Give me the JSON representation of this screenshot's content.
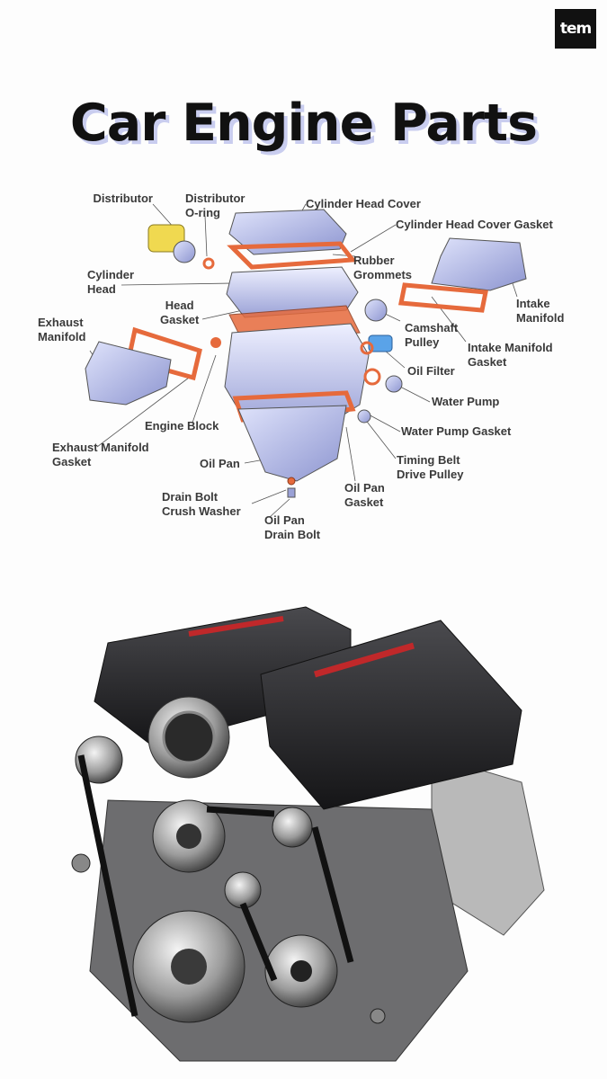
{
  "brand": {
    "logo_text": "tem"
  },
  "title": "Car Engine Parts",
  "labels": {
    "distributor": "Distributor",
    "distributor_oring": "Distributor\nO-ring",
    "cylinder_head_cover": "Cylinder Head Cover",
    "cylinder_head_cover_gasket": "Cylinder Head Cover Gasket",
    "rubber_grommets": "Rubber\nGrommets",
    "cylinder_head": "Cylinder\nHead",
    "intake_manifold": "Intake\nManifold",
    "head_gasket": "Head\nGasket",
    "exhaust_manifold": "Exhaust\nManifold",
    "camshaft_pulley": "Camshaft\nPulley",
    "intake_manifold_gasket": "Intake Manifold\nGasket",
    "oil_filter": "Oil Filter",
    "water_pump": "Water Pump",
    "engine_block": "Engine Block",
    "water_pump_gasket": "Water Pump Gasket",
    "exhaust_manifold_gasket": "Exhaust Manifold\nGasket",
    "oil_pan": "Oil Pan",
    "timing_belt_drive_pulley": "Timing Belt\nDrive Pulley",
    "oil_pan_gasket": "Oil Pan\nGasket",
    "drain_bolt_crush_washer": "Drain Bolt\nCrush Washer",
    "oil_pan_drain_bolt": "Oil Pan\nDrain Bolt"
  },
  "colors": {
    "gasket": "#e66a3c",
    "metal": "#b8c0ea",
    "metal_dark": "#7e86c4",
    "engine_cover": "#2a2a2c",
    "accent_red": "#c0282a"
  }
}
